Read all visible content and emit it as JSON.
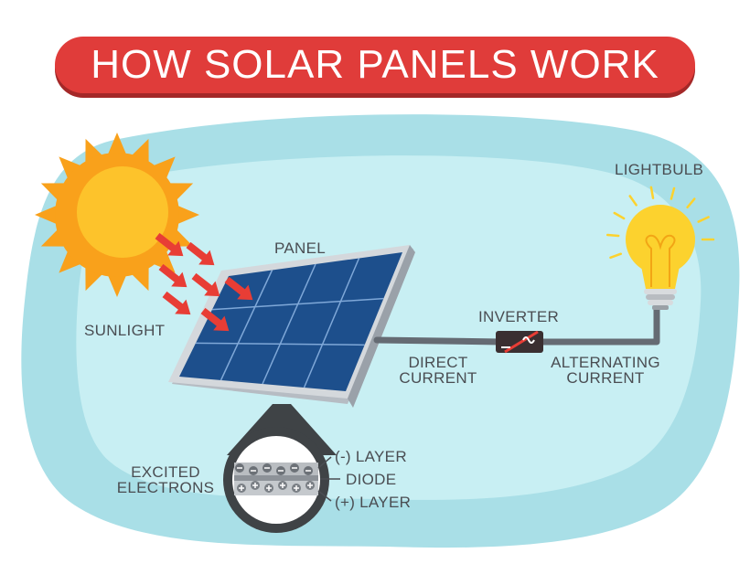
{
  "title": "HOW SOLAR PANELS WORK",
  "colors": {
    "title_bg": "#e03c3a",
    "background_outer": "#a9dfe7",
    "background_inner": "#c8eff3",
    "sun": "#f9a11b",
    "sun_core": "#fdc32b",
    "arrows": "#e83d35",
    "panel_cells": "#1d4f8c",
    "panel_frame": "#c7cbd0",
    "wire": "#656b73",
    "inverter": "#3a2f31",
    "bulb": "#fcd22e"
  },
  "labels": {
    "sunlight": "SUNLIGHT",
    "panel": "PANEL",
    "inverter": "INVERTER",
    "direct_current": [
      "DIRECT",
      "CURRENT"
    ],
    "alternating_current": [
      "ALTERNATING",
      "CURRENT"
    ],
    "lightbulb": "LIGHTBULB",
    "excited_electrons": [
      "EXCITED",
      "ELECTRONS"
    ],
    "negative_layer": "(-) LAYER",
    "diode": "DIODE",
    "positive_layer": "(+) LAYER"
  }
}
